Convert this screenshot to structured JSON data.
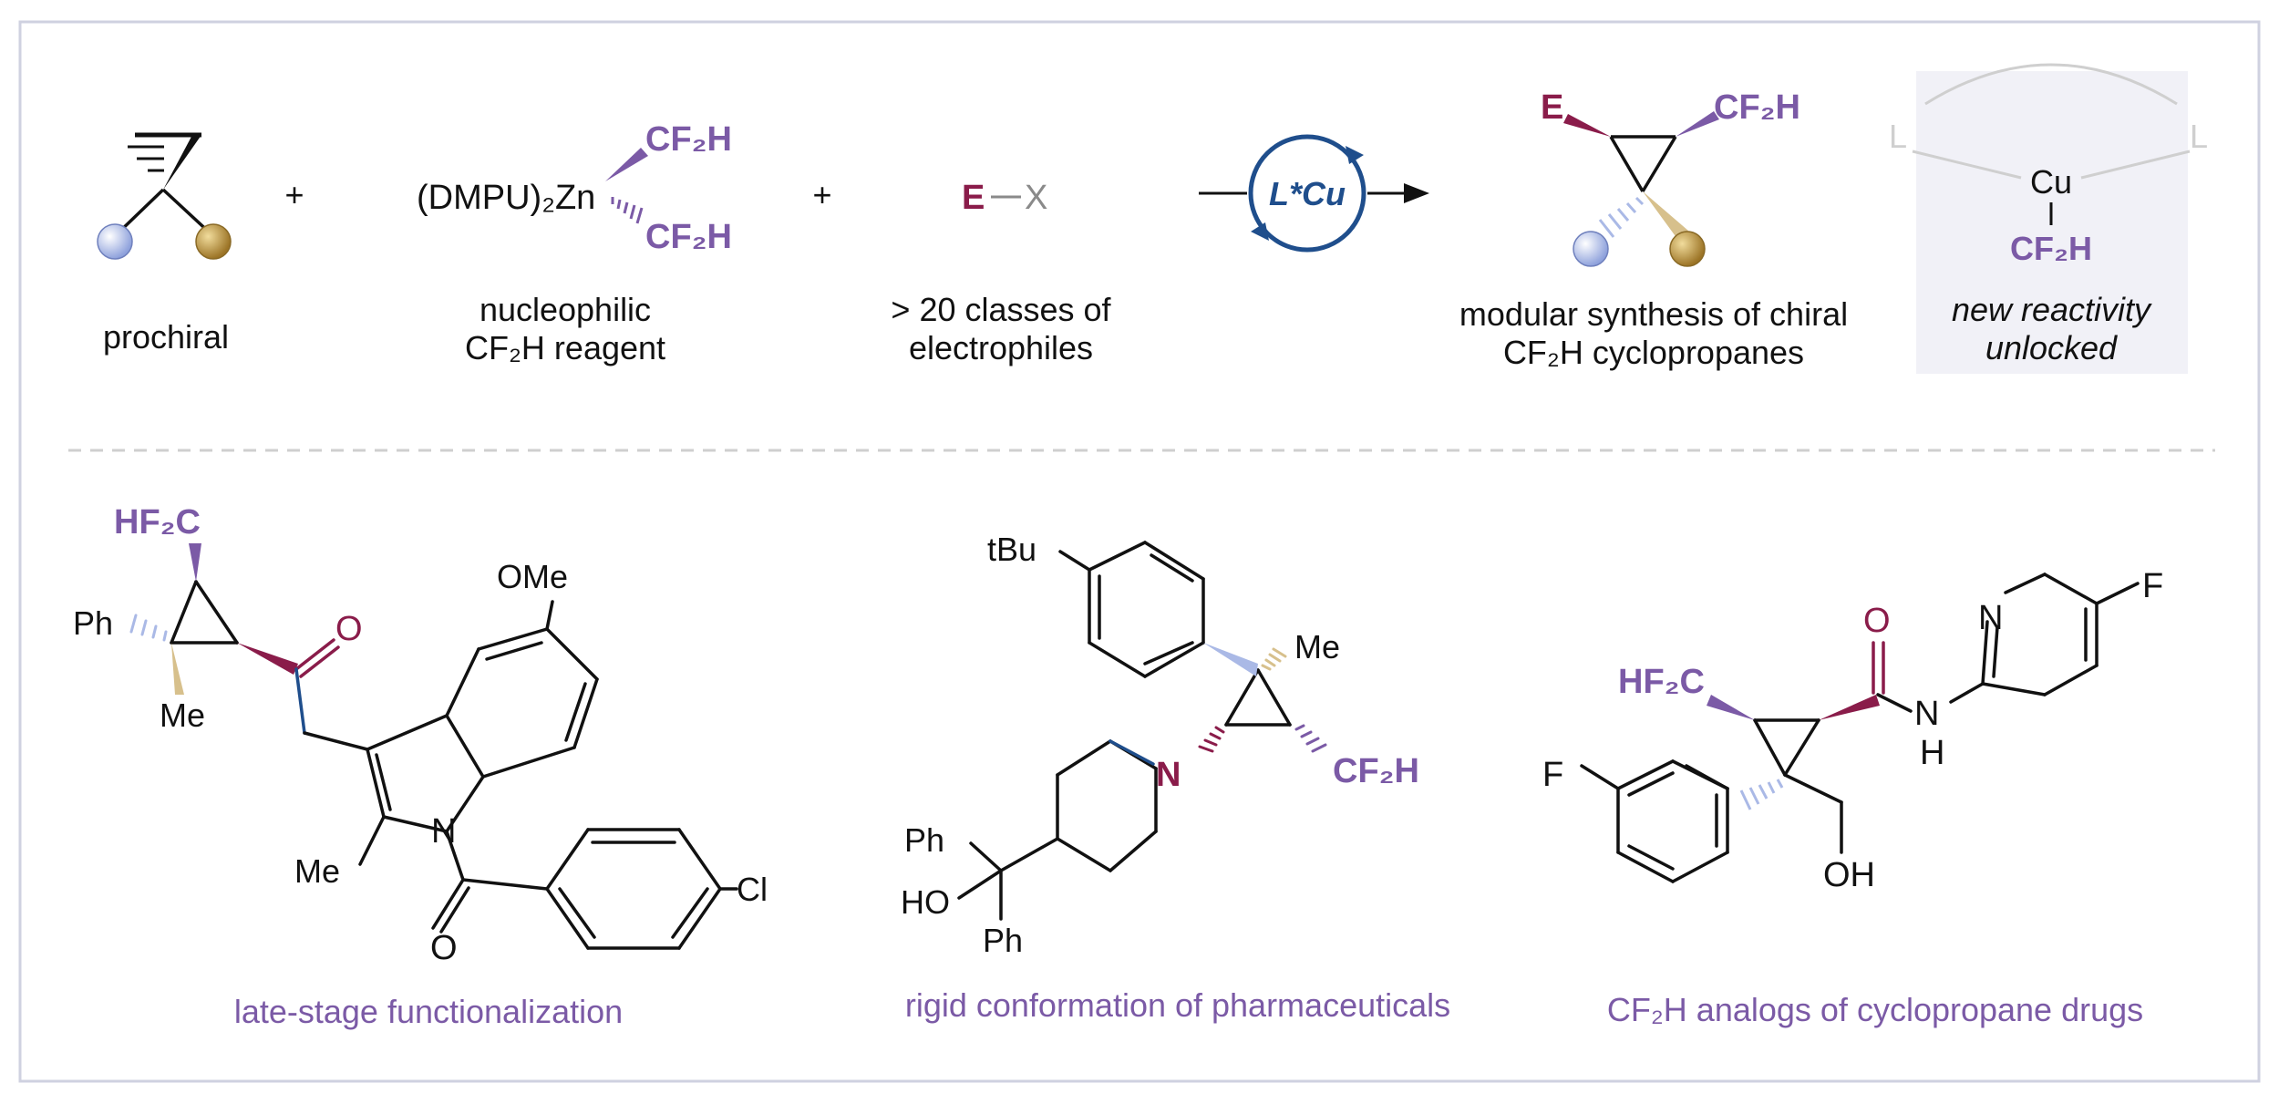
{
  "colors": {
    "purple": "#7b5aa6",
    "maroon": "#8a1c4a",
    "navy": "#1f4e8c",
    "gray": "#8a8a8a",
    "gold": "#b08a3a",
    "blue_ball": "#aab9e6",
    "frame": "#cfd1e0",
    "panel_bg": "#f1f1f7"
  },
  "top": {
    "plus": "+",
    "prochiral": {
      "caption": "prochiral"
    },
    "reagent": {
      "zn_formula": "(DMPU)₂Zn",
      "cf2h": "CF₂H",
      "caption_line1": "nucleophilic",
      "caption_line2": "CF₂H reagent"
    },
    "electrophile": {
      "e": "E",
      "x": "X",
      "caption_line1": "> 20 classes of",
      "caption_line2": "electrophiles"
    },
    "catalyst": {
      "label": "L*Cu"
    },
    "product": {
      "e": "E",
      "cf2h": "CF₂H",
      "caption_line1": "modular synthesis of chiral",
      "caption_line2": "CF₂H cyclopropanes"
    },
    "reactivity_panel": {
      "cu": "Cu",
      "cf2h": "CF₂H",
      "l_left": "L",
      "l_right": "L",
      "caption_line1": "new reactivity",
      "caption_line2": "unlocked"
    }
  },
  "examples": [
    {
      "labels": {
        "hf2c": "HF₂C",
        "ph": "Ph",
        "me": "Me",
        "o": "O",
        "ome": "OMe",
        "n": "N",
        "me2": "Me",
        "o2": "O",
        "cl": "Cl"
      },
      "caption": "late-stage functionalization"
    },
    {
      "labels": {
        "tbu": "tBu",
        "me": "Me",
        "n": "N",
        "cf2h": "CF₂H",
        "ph1": "Ph",
        "ho": "HO",
        "ph2": "Ph"
      },
      "caption": "rigid conformation of pharmaceuticals"
    },
    {
      "labels": {
        "hf2c": "HF₂C",
        "o": "O",
        "n_ring": "N",
        "f_pyr": "F",
        "nh_n": "N",
        "nh_h": "H",
        "f_ar": "F",
        "oh": "OH"
      },
      "caption": "CF₂H analogs of cyclopropane drugs"
    }
  ]
}
